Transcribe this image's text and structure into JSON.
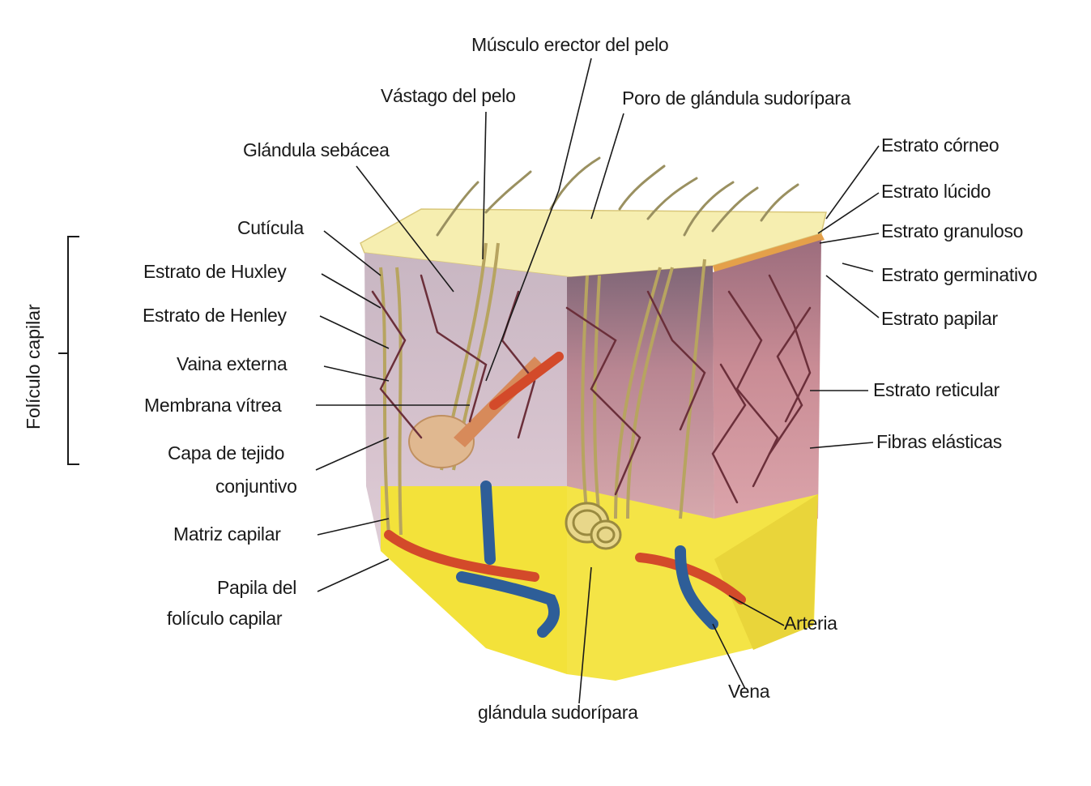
{
  "colors": {
    "epidermis_top": "#f6eeb0",
    "dermis": "#d79a9e",
    "papillary": "#8e6a78",
    "fat": "#f3e23a",
    "artery": "#d34a2a",
    "vein": "#2e5e98",
    "hair": "#b7a460",
    "corneum_band": "#e4a04a"
  },
  "labels": {
    "musculo_erector": "Músculo erector del pelo",
    "vastago": "Vástago del pelo",
    "poro": "Poro de glándula sudorípara",
    "glandula_sebacea": "Glándula sebácea",
    "cuticula": "Cutícula",
    "huxley": "Estrato de Huxley",
    "henley": "Estrato de Henley",
    "vaina": "Vaina externa",
    "membrana": "Membrana vítrea",
    "capa_1": "Capa de tejido",
    "capa_2": "conjuntivo",
    "matriz": "Matriz capilar",
    "papila_1": "Papila del",
    "papila_2": "folículo capilar",
    "corneo": "Estrato córneo",
    "lucido": "Estrato lúcido",
    "granuloso": "Estrato granuloso",
    "germinativo": "Estrato germinativo",
    "papilar": "Estrato papilar",
    "reticular": "Estrato reticular",
    "fibras": "Fibras elásticas",
    "arteria": "Arteria",
    "vena": "Vena",
    "glandula_sudoripara": "glándula sudorípara",
    "foliculo_capilar": "Folículo capilar"
  }
}
